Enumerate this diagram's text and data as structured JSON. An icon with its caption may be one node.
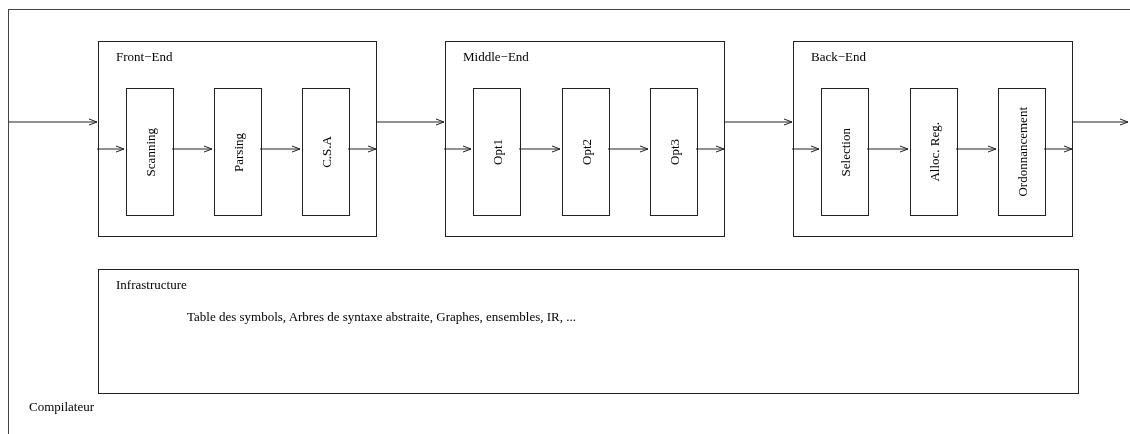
{
  "diagram": {
    "nodes": [
      {
        "text": [
          "Compilateur"
        ]
      },
      {
        "text": [
          "Front−End"
        ],
        "in": 0
      },
      {
        "text": [
          "Scanning"
        ],
        "in": 1
      },
      {
        "text": [
          "Parsing"
        ],
        "in": 1
      },
      {
        "text": [
          "C.S.A"
        ],
        "in": 1
      },
      {
        "text": [
          "Middle−End"
        ],
        "in": 0
      },
      {
        "text": [
          "Opt1"
        ],
        "in": 5
      },
      {
        "text": [
          "Opt2"
        ],
        "in": 5
      },
      {
        "text": [
          "Opt3"
        ],
        "in": 5
      },
      {
        "text": [
          "Back−End"
        ],
        "in": 0
      },
      {
        "text": [
          "Selection"
        ],
        "in": 9
      },
      {
        "text": [
          "Alloc. Reg."
        ],
        "in": 9
      },
      {
        "text": [
          "Ordonnancement"
        ],
        "in": 9
      },
      {
        "text": [
          "Infrastructure",
          "Table des symbols, Arbres de syntaxe abstraite, Graphes, ensembles, IR, ..."
        ],
        "in": 0
      }
    ],
    "edges": [
      {
        "from": 0,
        "to": 1,
        "arrow": "to"
      },
      {
        "from": 1,
        "to": 2,
        "arrow": "to"
      },
      {
        "from": 2,
        "to": 3,
        "arrow": "to"
      },
      {
        "from": 3,
        "to": 4,
        "arrow": "to"
      },
      {
        "from": 4,
        "to": 1,
        "arrow": "to"
      },
      {
        "from": 1,
        "to": 5,
        "arrow": "to"
      },
      {
        "from": 5,
        "to": 6,
        "arrow": "to"
      },
      {
        "from": 6,
        "to": 7,
        "arrow": "to"
      },
      {
        "from": 7,
        "to": 8,
        "arrow": "to"
      },
      {
        "from": 8,
        "to": 5,
        "arrow": "to"
      },
      {
        "from": 5,
        "to": 9,
        "arrow": "to"
      },
      {
        "from": 9,
        "to": 10,
        "arrow": "to"
      },
      {
        "from": 10,
        "to": 11,
        "arrow": "to"
      },
      {
        "from": 11,
        "to": 12,
        "arrow": "to"
      },
      {
        "from": 12,
        "to": 9,
        "arrow": "to"
      },
      {
        "from": 9,
        "to": null,
        "arrow": "to"
      }
    ]
  }
}
